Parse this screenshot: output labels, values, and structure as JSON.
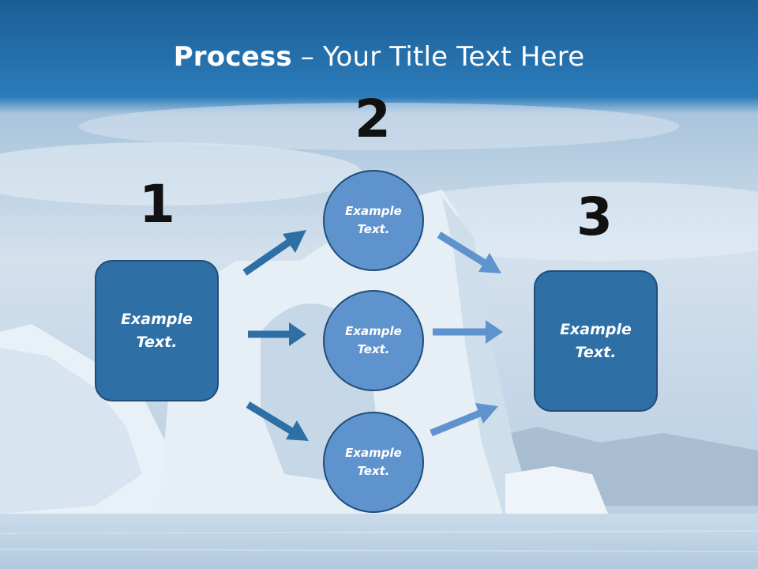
{
  "title": {
    "bold": "Process",
    "rest": " – Your Title Text Here"
  },
  "steps": {
    "step1": {
      "number": "1",
      "line1": "Example",
      "line2": "Text."
    },
    "step2": {
      "number": "2",
      "circles": [
        {
          "line1": "Example",
          "line2": "Text."
        },
        {
          "line1": "Example",
          "line2": "Text."
        },
        {
          "line1": "Example",
          "line2": "Text."
        }
      ]
    },
    "step3": {
      "number": "3",
      "line1": "Example",
      "line2": "Text."
    }
  },
  "colors": {
    "header": "#1f6aa5",
    "box_fill": "#2e6fa6",
    "circle_fill": "#5f93cd",
    "arrow_dark": "#2e6fa6",
    "arrow_light": "#5f93cd"
  }
}
